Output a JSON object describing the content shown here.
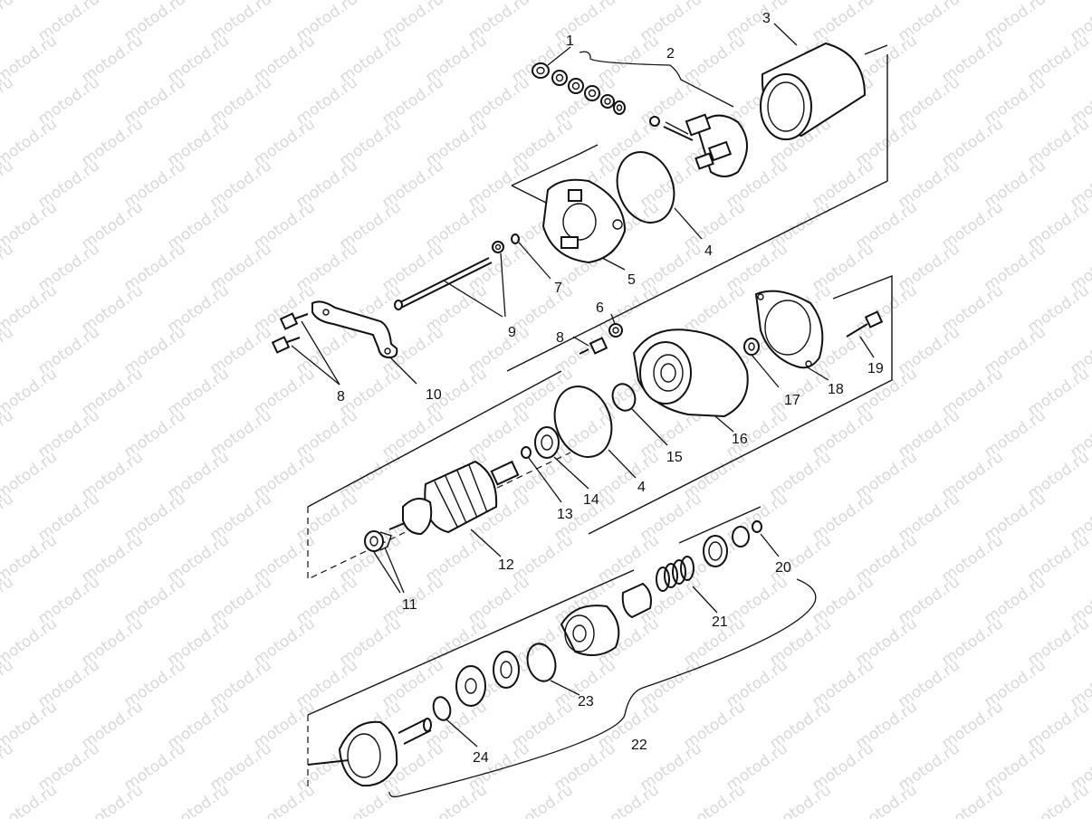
{
  "callouts": {
    "c1": "1",
    "c2": "2",
    "c3": "3",
    "c4a": "4",
    "c5": "5",
    "c6": "6",
    "c7": "7",
    "c8a": "8",
    "c9": "9",
    "c10": "10",
    "c8b": "8",
    "c4b": "4",
    "c11": "11",
    "c12": "12",
    "c13": "13",
    "c14": "14",
    "c15": "15",
    "c16": "16",
    "c17": "17",
    "c18": "18",
    "c19": "19",
    "c20": "20",
    "c21": "21",
    "c22": "22",
    "c23": "23",
    "c24": "24"
  },
  "watermark": {
    "text": "motod.ru"
  }
}
